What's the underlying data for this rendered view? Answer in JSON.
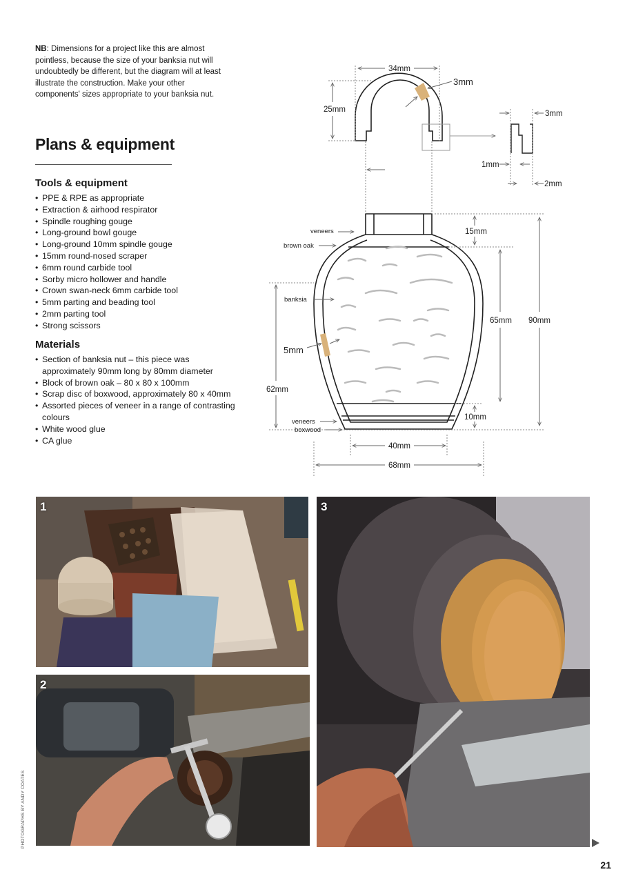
{
  "nb": {
    "label": "NB",
    "text": ": Dimensions for a project like this are almost pointless, because the size of your banksia nut will undoubtedly be different, but the diagram will at least illustrate the construction. Make your other components' sizes appropriate to your banksia nut."
  },
  "plans_title": "Plans & equipment",
  "tools": {
    "heading": "Tools & equipment",
    "items": [
      "PPE & RPE as appropriate",
      "Extraction & airhood respirator",
      "Spindle roughing gouge",
      "Long-ground bowl gouge",
      "Long-ground 10mm spindle gouge",
      "15mm round-nosed scraper",
      "6mm round carbide tool",
      "Sorby micro hollower and handle",
      "Crown swan-neck 6mm carbide tool",
      "5mm parting and beading tool",
      "2mm parting tool",
      "Strong scissors"
    ]
  },
  "materials": {
    "heading": "Materials",
    "items": [
      "Section of banksia nut – this piece was approximately 90mm long by 80mm diameter",
      "Block of brown oak – 80 x 80 x 100mm",
      "Scrap disc of boxwood, approximately 80 x 40mm",
      "Assorted pieces of veneer in a range of contrasting colours",
      "White wood glue",
      "CA glue"
    ]
  },
  "diagram": {
    "dims": {
      "handle_width": "34mm",
      "handle_thickness": "3mm",
      "handle_height": "25mm",
      "detail_width": "3mm",
      "detail_step": "1mm",
      "detail_lip": "2mm",
      "neck_height": "15mm",
      "body_height": "65mm",
      "total_height": "90mm",
      "wall": "5mm",
      "banksia_height": "62mm",
      "base_height": "10mm",
      "base_width": "40mm",
      "overall_width": "68mm"
    },
    "labels": {
      "veneers_top": "veneers",
      "brown_oak": "brown oak",
      "banksia": "banksia",
      "veneers_bottom": "veneers",
      "boxwood": "boxwood"
    }
  },
  "photos": [
    {
      "number": "1"
    },
    {
      "number": "2"
    },
    {
      "number": "3"
    }
  ],
  "credit": "PHOTOGRAPHS BY ANDY COATES",
  "page_number": "21"
}
